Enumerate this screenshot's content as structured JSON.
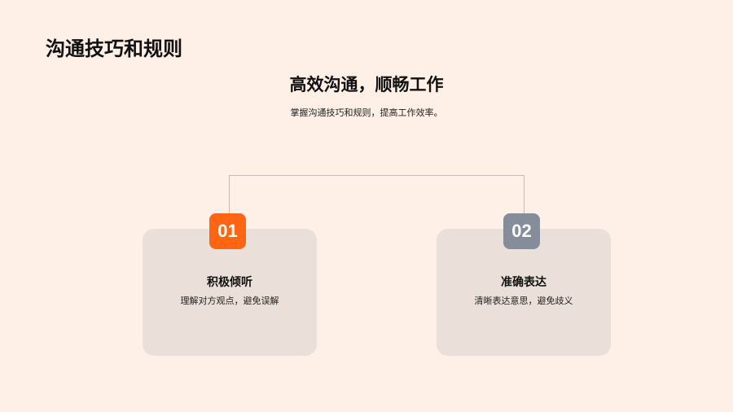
{
  "title": "沟通技巧和规则",
  "subtitle": "高效沟通，顺畅工作",
  "description": "掌握沟通技巧和规则，提高工作效率。",
  "colors": {
    "background": "#FEEFE7",
    "card": "#EADFD9",
    "badge1": "#FF6512",
    "badge2": "#858D9A"
  },
  "items": [
    {
      "number": "01",
      "heading": "积极倾听",
      "text": "理解对方观点，避免误解"
    },
    {
      "number": "02",
      "heading": "准确表达",
      "text": "清晰表达意思，避免歧义"
    }
  ]
}
